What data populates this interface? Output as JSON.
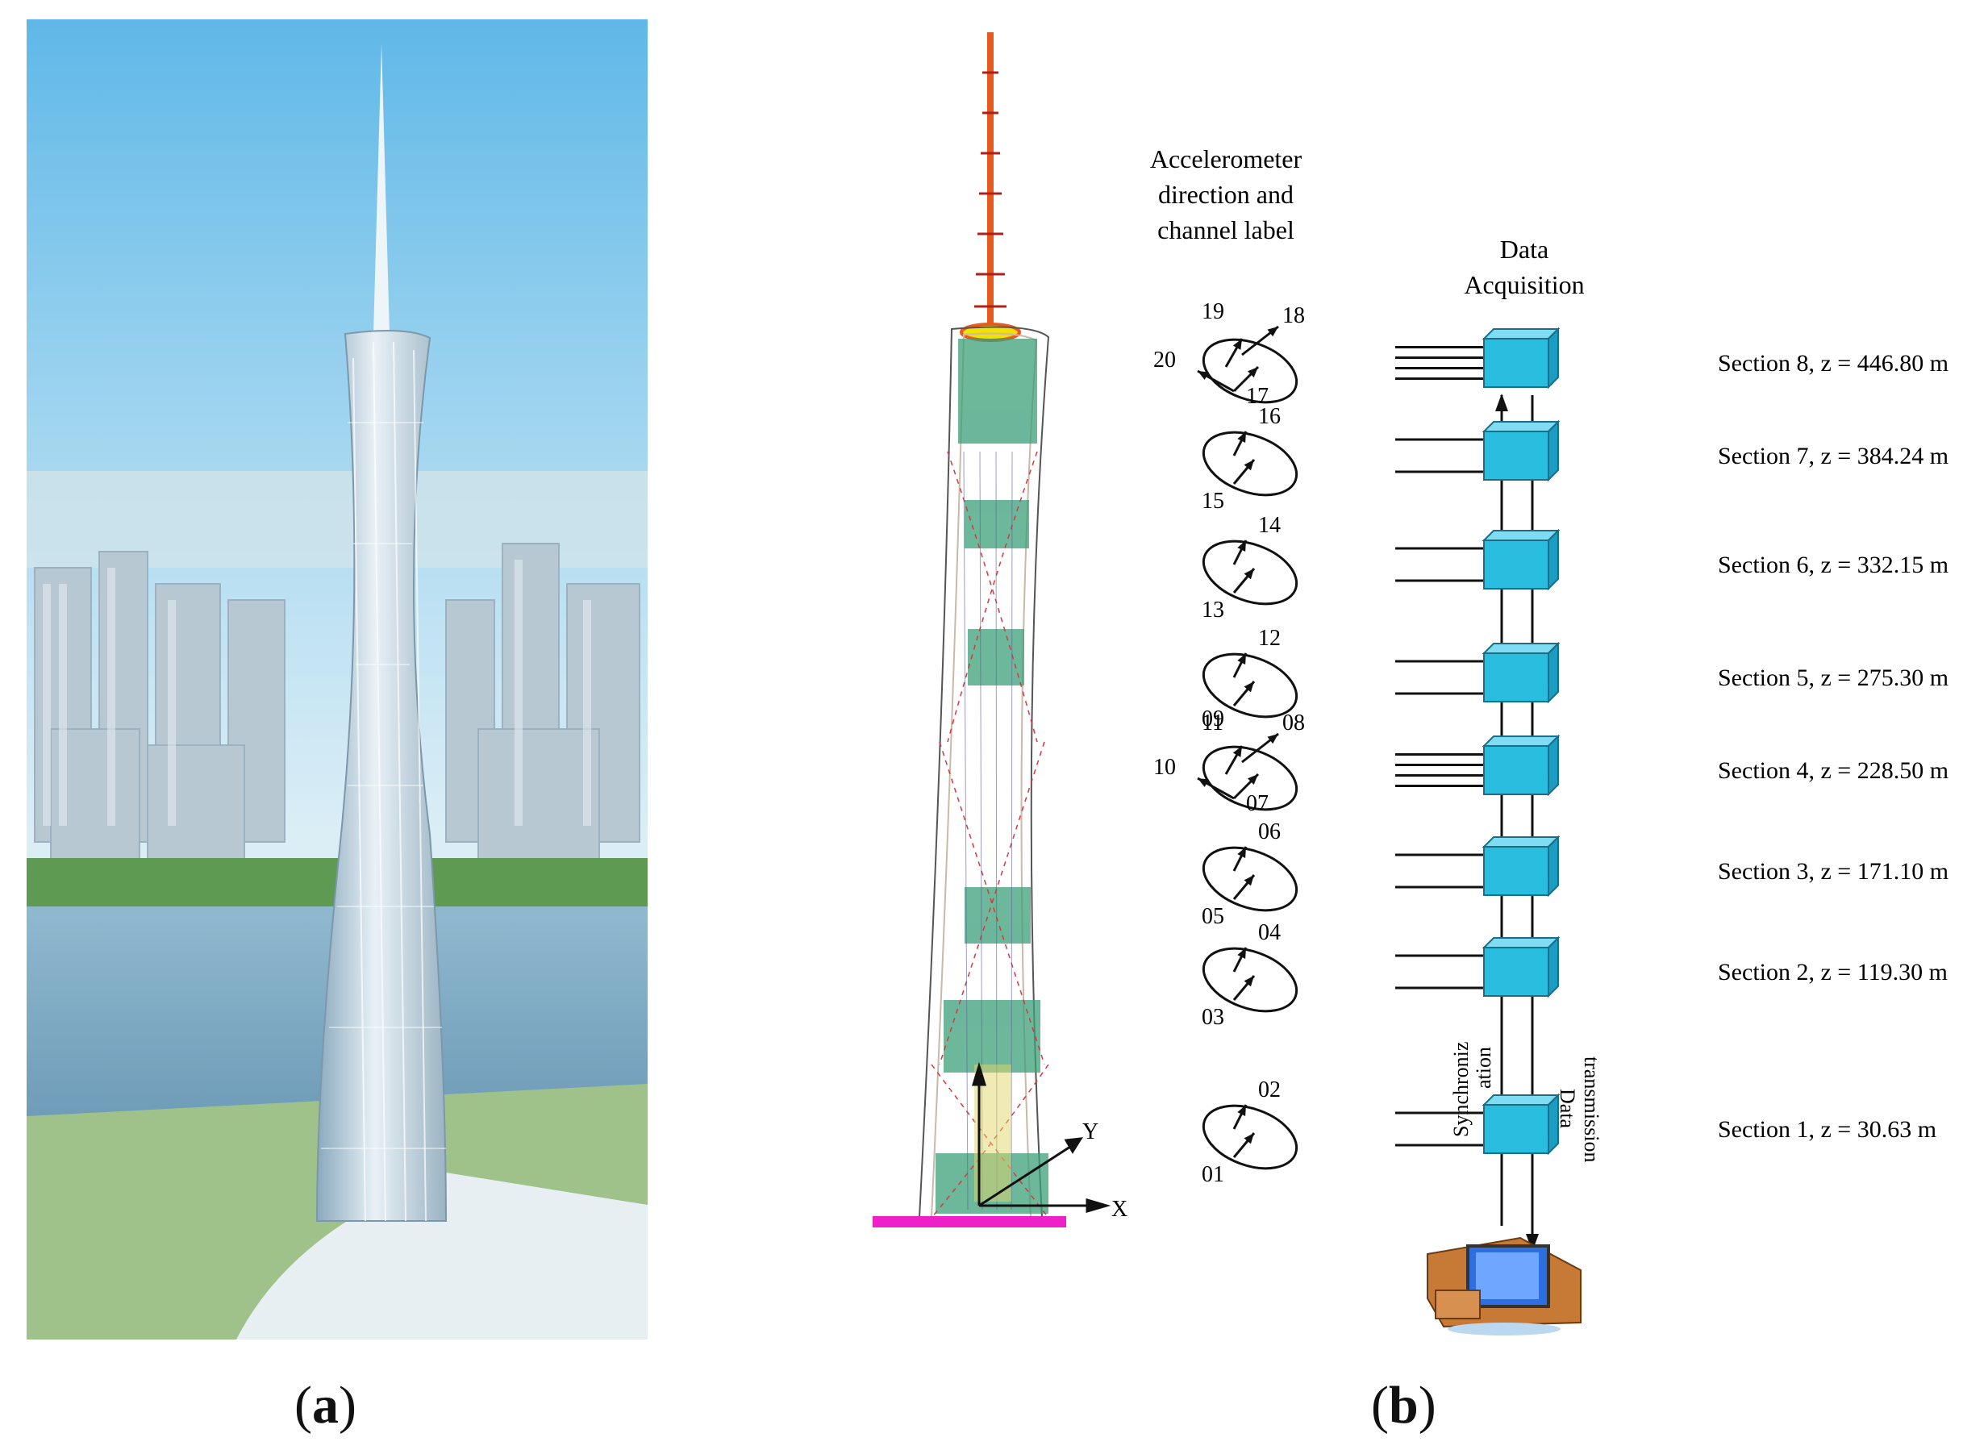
{
  "panels": {
    "a": {
      "label_open": "(",
      "label_letter": "a",
      "label_close": ")"
    },
    "b": {
      "label_open": "(",
      "label_letter": "b",
      "label_close": ")"
    }
  },
  "accelerometer_heading": [
    "Accelerometer",
    "direction and",
    "channel label"
  ],
  "daq_heading": [
    "Data",
    "Acquisition"
  ],
  "sync_label": [
    "Synchroniz",
    "ation"
  ],
  "transmission_label": [
    "Data",
    "transmission"
  ],
  "axes": {
    "x": "X",
    "y": "Y"
  },
  "sections": [
    {
      "label": "Section 8, z = 446.80 m",
      "channels": [
        "17",
        "18",
        "19",
        "20"
      ],
      "lines": 4
    },
    {
      "label": "Section 7, z = 384.24 m",
      "channels": [
        "15",
        "16"
      ],
      "lines": 2
    },
    {
      "label": "Section 6, z = 332.15 m",
      "channels": [
        "13",
        "14"
      ],
      "lines": 2
    },
    {
      "label": "Section 5, z = 275.30 m",
      "channels": [
        "11",
        "12"
      ],
      "lines": 2
    },
    {
      "label": "Section 4, z = 228.50 m",
      "channels": [
        "07",
        "08",
        "09",
        "10"
      ],
      "lines": 4
    },
    {
      "label": "Section 3, z = 171.10 m",
      "channels": [
        "05",
        "06"
      ],
      "lines": 2
    },
    {
      "label": "Section 2, z = 119.30 m",
      "channels": [
        "03",
        "04"
      ],
      "lines": 2
    },
    {
      "label": "Section 1, z = 30.63 m",
      "channels": [
        "01",
        "02"
      ],
      "lines": 2
    }
  ],
  "colors": {
    "daq_box": "#29bde0",
    "antenna": "#e8591f",
    "base": "#ee20c8",
    "lattice": "#2b8a6a"
  }
}
